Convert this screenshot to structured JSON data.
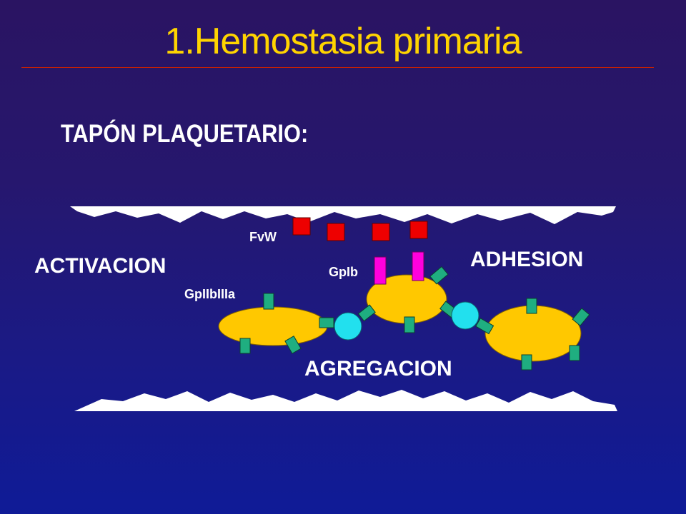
{
  "slide": {
    "title": "1.Hemostasia primaria",
    "subtitle": "TAPÓN PLAQUETARIO:"
  },
  "labels": {
    "activacion": "ACTIVACION",
    "adhesion": "ADHESION",
    "agregacion": "AGREGACION",
    "fvw": "FvW",
    "gpib": "GpIb",
    "gpiibiiia": "GpIIbIIIa"
  },
  "colors": {
    "title": "#ffd400",
    "platelet": "#ffc800",
    "fvw": "#ee0000",
    "gpib": "#ff00dd",
    "receptor": "#1fae80",
    "fibrinogen": "#22e0ee",
    "vessel_wall": "#ffffff"
  }
}
